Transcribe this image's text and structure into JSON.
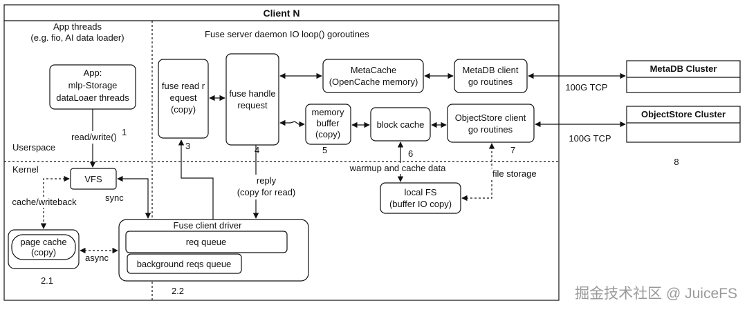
{
  "client": {
    "title": "Client N"
  },
  "regions": {
    "app_threads": [
      "App threads",
      "(e.g. fio, AI data loader)"
    ],
    "fuse_daemon": "Fuse server daemon IO loop() goroutines",
    "userspace": "Userspace",
    "kernel": "Kernel"
  },
  "nodes": {
    "app": [
      "App:",
      "mlp-Storage",
      "dataLoaer threads"
    ],
    "vfs": "VFS",
    "page_cache": [
      "page cache",
      "(copy)"
    ],
    "fuse_client_driver": "Fuse client driver",
    "req_queue": "req queue",
    "bg_queue": "background reqs queue",
    "fuse_read": [
      "fuse read r",
      "equest",
      "(copy)"
    ],
    "fuse_handle": [
      "fuse handle",
      "request"
    ],
    "metacache": [
      "MetaCache",
      "(OpenCache memory)"
    ],
    "metadb_client": [
      "MetaDB client",
      "go routines"
    ],
    "memory_buffer": [
      "memory",
      "buffer",
      "(copy)"
    ],
    "block_cache": "block cache",
    "objectstore_client": [
      "ObjectStore client",
      "go routines"
    ],
    "local_fs": [
      "local FS",
      "(buffer IO copy)"
    ],
    "metadb_cluster": "MetaDB Cluster",
    "objectstore_cluster": "ObjectStore Cluster"
  },
  "edges": {
    "read_write": "read/write()",
    "cache_writeback": "cache/writeback",
    "sync": "sync",
    "async": "async",
    "reply": [
      "reply",
      "(copy for read)"
    ],
    "warmup": "warmup and cache data",
    "file_storage": "file storage",
    "tcp_meta": "100G TCP",
    "tcp_obj": "100G TCP"
  },
  "steps": [
    "1",
    "2.1",
    "2.2",
    "3",
    "4",
    "5",
    "6",
    "7",
    "8"
  ],
  "watermark": "掘金技术社区 @ JuiceFS"
}
